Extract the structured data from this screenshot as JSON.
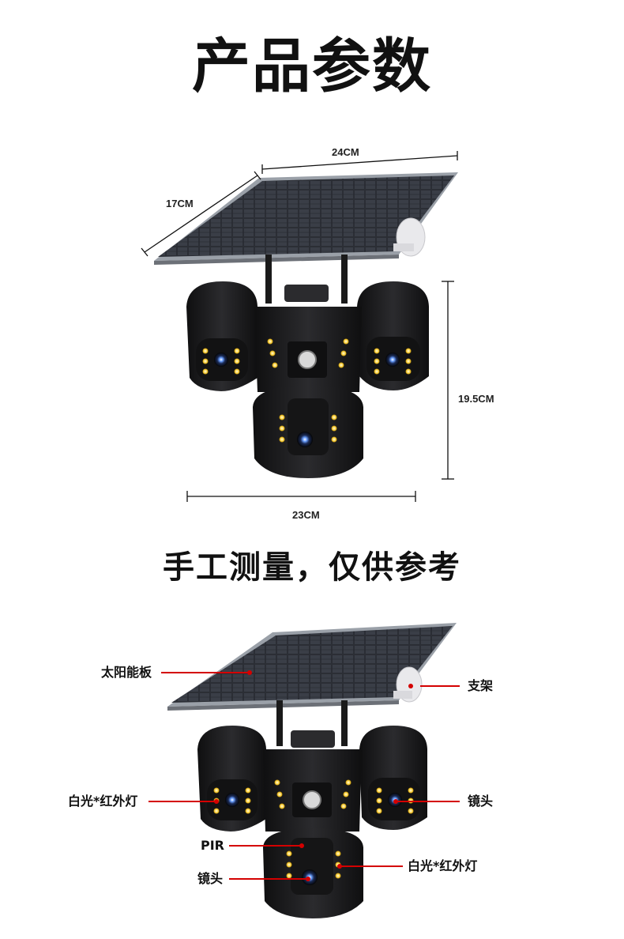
{
  "header": {
    "title": "产品参数"
  },
  "dimensions": {
    "panel_width": "24CM",
    "panel_depth": "17CM",
    "height": "19.5CM",
    "width": "23CM"
  },
  "note": "手工测量，仅供参考",
  "callouts": {
    "solar_panel": "太阳能板",
    "bracket": "支架",
    "left_light": "白光*红外灯",
    "right_lens": "镜头",
    "pir": "PIR",
    "bottom_light": "白光*红外灯",
    "bottom_lens": "镜头"
  },
  "colors": {
    "callout_line": "#d40000",
    "camera_body": "#1c1c1e",
    "solar_panel": "#2a2d33"
  }
}
